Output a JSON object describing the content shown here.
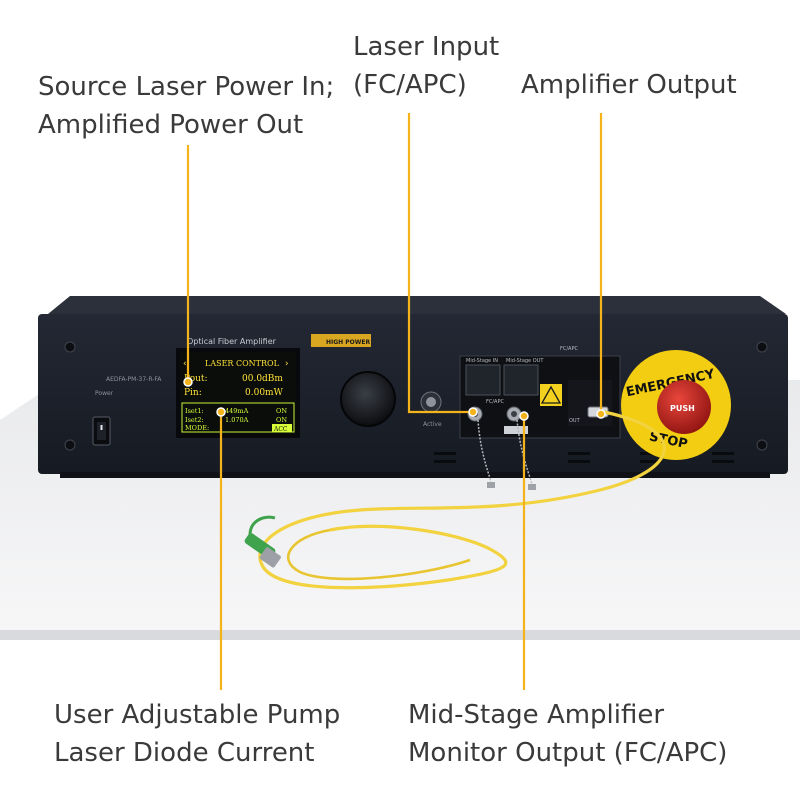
{
  "callouts": {
    "source_power": {
      "line1": "Source Laser Power In;",
      "line2": "Amplified Power Out"
    },
    "laser_input": {
      "line1": "Laser Input",
      "line2": "(FC/APC)"
    },
    "amplifier_output": {
      "line1": "Amplifier Output"
    },
    "pump_current": {
      "line1": "User Adjustable Pump",
      "line2": "Laser Diode Current"
    },
    "midstage_monitor": {
      "line1": "Mid-Stage Amplifier",
      "line2": "Monitor Output (FC/APC)"
    }
  },
  "device": {
    "panel_title": "Optical Fiber Amplifier",
    "model": "AEDFA-PM-37-R-FA",
    "brand_badge": "HIGH POWER",
    "power_label": "Power",
    "active_label": "Active",
    "fc_apc_label": "FC/APC",
    "midstage_in_label": "Mid-Stage IN",
    "midstage_out_label": "Mid-Stage OUT",
    "out_label": "OUT",
    "estop_top": "EMERGENCY",
    "estop_bottom": "STOP",
    "estop_button": "PUSH"
  },
  "lcd": {
    "header": "LASER CONTROL",
    "pout_label": "Pout:",
    "pout_value": "00.0dBm",
    "pin_label": "Pin:",
    "pin_value": "0.00mW",
    "i1_label": "Iset1:",
    "i1_value": "449mA",
    "i1_state": "ON",
    "i2_label": "Iset2:",
    "i2_value": "1.070A",
    "i2_state": "ON",
    "mode_label": "MODE:",
    "mode_value": "ACC"
  },
  "colors": {
    "callout_line": "#f4b21b",
    "device_body": "#1b1f29",
    "lcd_text": "#ffe23a",
    "lcd_lower_text": "#d9ff3a",
    "fiber": "#f2d23e",
    "estop_ring": "#f3cd12",
    "estop_button": "#c8201d"
  }
}
